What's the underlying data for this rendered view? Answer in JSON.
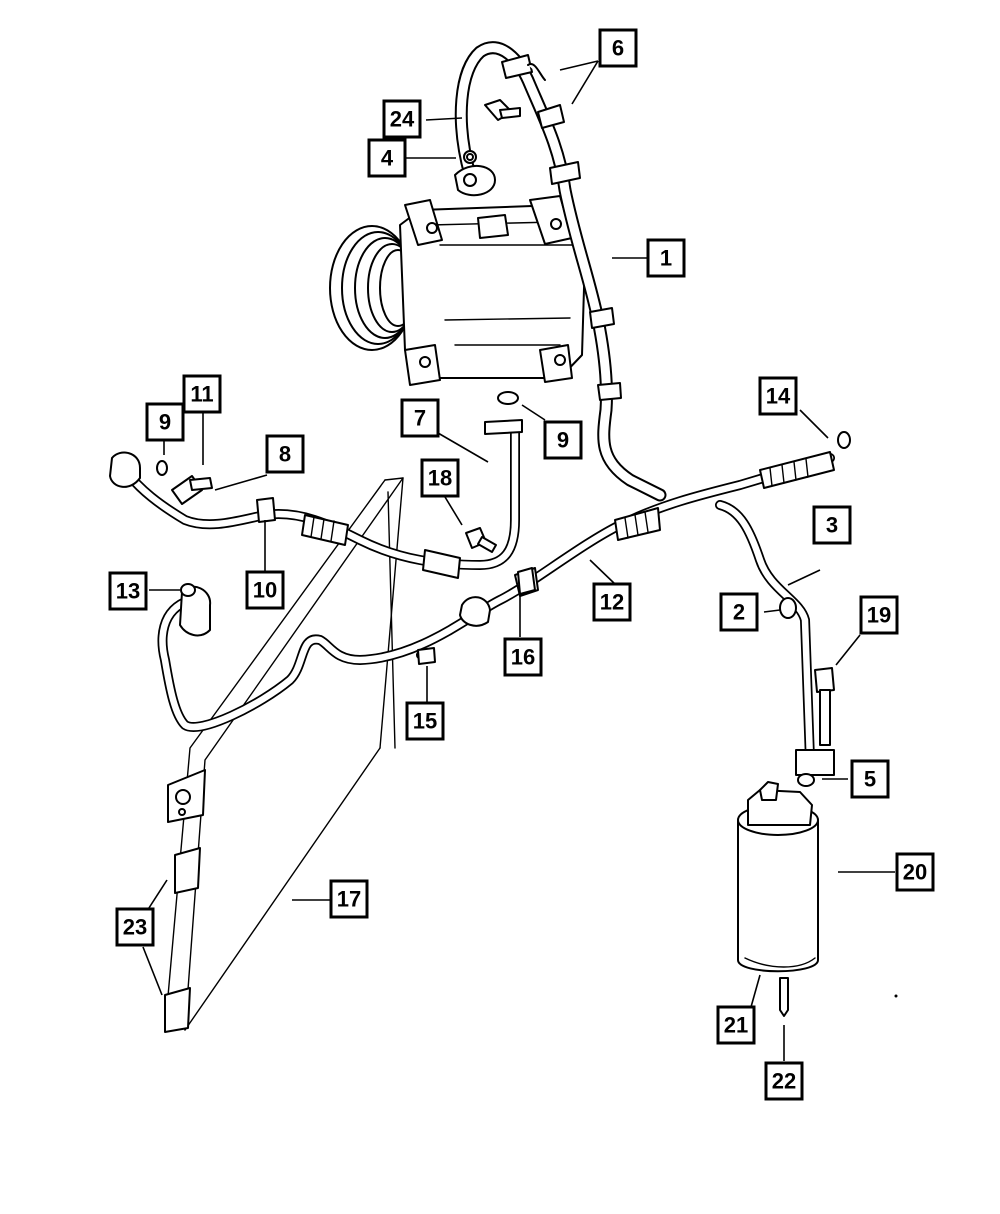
{
  "callouts": [
    {
      "id": "c1",
      "label": "1"
    },
    {
      "id": "c2",
      "label": "2"
    },
    {
      "id": "c3",
      "label": "3"
    },
    {
      "id": "c4",
      "label": "4"
    },
    {
      "id": "c5",
      "label": "5"
    },
    {
      "id": "c6",
      "label": "6"
    },
    {
      "id": "c7",
      "label": "7"
    },
    {
      "id": "c8",
      "label": "8"
    },
    {
      "id": "c9a",
      "label": "9"
    },
    {
      "id": "c9b",
      "label": "9"
    },
    {
      "id": "c10",
      "label": "10"
    },
    {
      "id": "c11",
      "label": "11"
    },
    {
      "id": "c12",
      "label": "12"
    },
    {
      "id": "c13",
      "label": "13"
    },
    {
      "id": "c14",
      "label": "14"
    },
    {
      "id": "c15",
      "label": "15"
    },
    {
      "id": "c16",
      "label": "16"
    },
    {
      "id": "c17",
      "label": "17"
    },
    {
      "id": "c18",
      "label": "18"
    },
    {
      "id": "c19",
      "label": "19"
    },
    {
      "id": "c20",
      "label": "20"
    },
    {
      "id": "c21",
      "label": "21"
    },
    {
      "id": "c22",
      "label": "22"
    },
    {
      "id": "c23",
      "label": "23"
    },
    {
      "id": "c24",
      "label": "24"
    }
  ]
}
